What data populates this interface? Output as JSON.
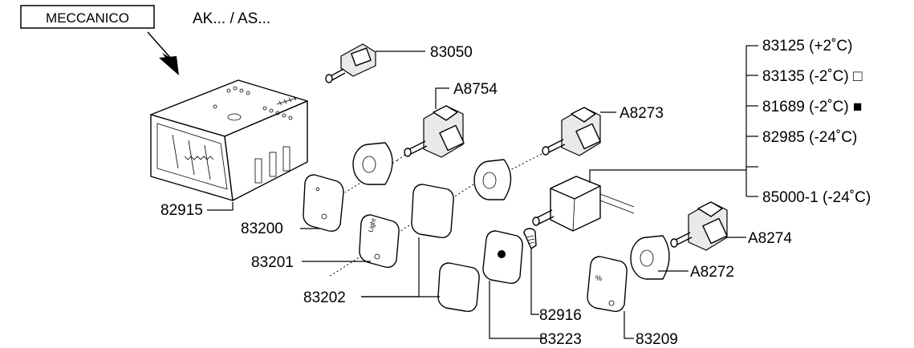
{
  "header": {
    "box_label": "MECCANICO",
    "subtitle": "AK... / AS..."
  },
  "labels": {
    "p83050": "83050",
    "pA8754": "A8754",
    "pA8273": "A8273",
    "p83125": "83125 (+2˚C)",
    "p83135": "83135 (-2˚C) □",
    "p81689": "81689 (-2˚C) ■",
    "p82985": "82985 (-24˚C)",
    "p85000": "85000-1 (-24˚C)",
    "p82915": "82915",
    "p83200": "83200",
    "p83201": "83201",
    "p83202": "83202",
    "pA8274": "A8274",
    "pA8272": "A8272",
    "p82916": "82916",
    "p83223": "83223",
    "p83209": "83209"
  },
  "icons": [
    "arrow-down-right-icon"
  ]
}
